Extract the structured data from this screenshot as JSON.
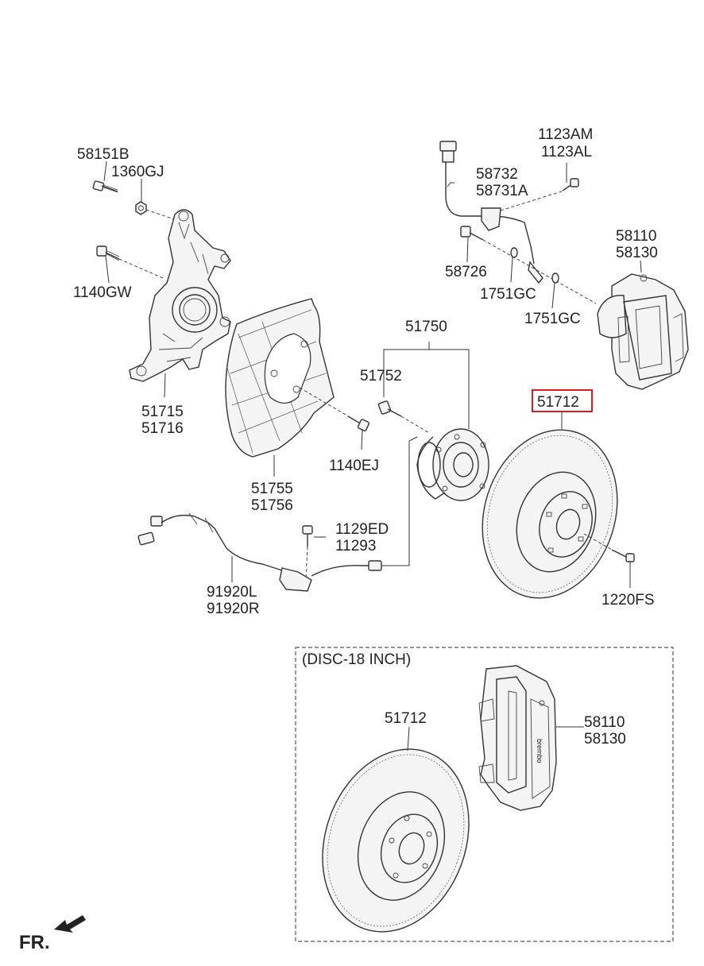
{
  "labels": {
    "p58151B": "58151B",
    "p1360GJ": "1360GJ",
    "p1140GW": "1140GW",
    "p51715": "51715",
    "p51716": "51716",
    "p51755": "51755",
    "p51756": "51756",
    "p1140EJ": "1140EJ",
    "p51750": "51750",
    "p51752": "51752",
    "p1123AM": "1123AM",
    "p1123AL": "1123AL",
    "p58732": "58732",
    "p58731A": "58731A",
    "p58726": "58726",
    "p1751GC_a": "1751GC",
    "p1751GC_b": "1751GC",
    "p58110": "58110",
    "p58130": "58130",
    "p51712": "51712",
    "p1220FS": "1220FS",
    "p1129ED": "1129ED",
    "p11293": "11293",
    "p91920L": "91920L",
    "p91920R": "91920R",
    "disc_section_title": "(DISC-18 INCH)",
    "p51712_b": "51712",
    "p58110_b": "58110",
    "p58130_b": "58130",
    "caliper_brand": "brembo",
    "fr": "FR."
  },
  "colors": {
    "highlight": "#e0191e",
    "line": "#333333"
  }
}
